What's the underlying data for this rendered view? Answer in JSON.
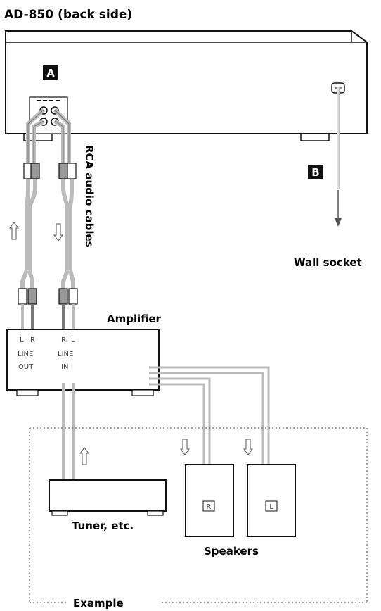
{
  "title": "AD-850 (back side)",
  "badges": {
    "a": "A",
    "b": "B"
  },
  "labels": {
    "rca_cables": "RCA audio cables",
    "wall_socket": "Wall socket",
    "amplifier": "Amplifier",
    "tuner": "Tuner, etc.",
    "speakers": "Speakers",
    "example": "Example"
  },
  "amp_jacks": {
    "out_left": "L",
    "out_right": "R",
    "line_out_1": "LINE",
    "line_out_2": "OUT",
    "in_right": "R",
    "in_left": "L",
    "line_in_1": "LINE",
    "line_in_2": "IN"
  },
  "speaker_badges": {
    "right": "R",
    "left": "L"
  },
  "colors": {
    "outline": "#111111",
    "cable": "#bbbbbb",
    "cable_dark": "#777777",
    "dashed": "#666666"
  }
}
